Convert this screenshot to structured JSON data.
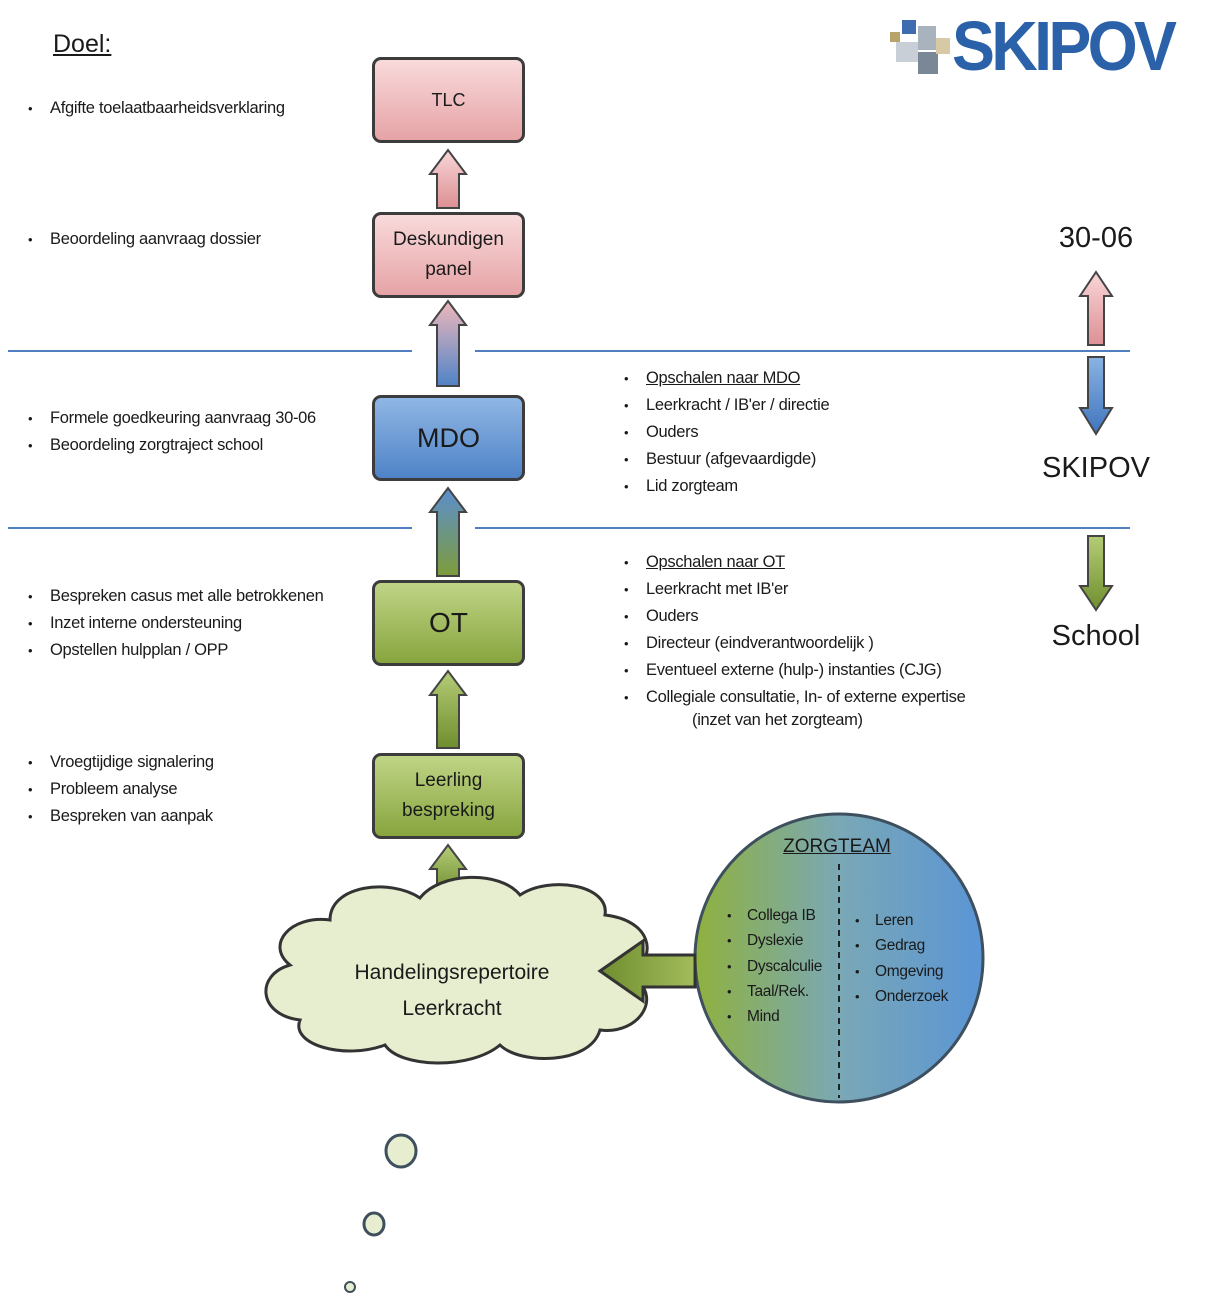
{
  "doel_label": "Doel:",
  "logo": {
    "text": "SKIPOV"
  },
  "boxes": {
    "tlc": "TLC",
    "deskundigen_line1": "Deskundigen",
    "deskundigen_line2": "panel",
    "mdo": "MDO",
    "ot": "OT",
    "leerling_line1": "Leerling",
    "leerling_line2": "bespreking"
  },
  "cloud": {
    "line1": "Handelingsrepertoire",
    "line2": "Leerkracht"
  },
  "side_labels": {
    "date": "30-06",
    "skipov": "SKIPOV",
    "school": "School"
  },
  "left_bullets": {
    "tlc": [
      "Afgifte toelaatbaarheidsverklaring"
    ],
    "deskundigen": [
      "Beoordeling aanvraag dossier"
    ],
    "mdo": [
      "Formele goedkeuring aanvraag 30-06",
      "Beoordeling zorgtraject school"
    ],
    "ot": [
      "Bespreken casus met alle betrokkenen",
      "Inzet interne ondersteuning",
      "Opstellen hulpplan / OPP"
    ],
    "leerling": [
      "Vroegtijdige signalering",
      "Probleem analyse",
      "Bespreken van aanpak"
    ]
  },
  "right_bullets": {
    "mdo": [
      "Opschalen naar MDO",
      "Leerkracht / IB'er / directie",
      "Ouders",
      "Bestuur (afgevaardigde)",
      "Lid zorgteam"
    ],
    "ot": [
      "Opschalen naar OT",
      "Leerkracht met IB'er",
      "Ouders",
      "Directeur (eindverantwoordelijk )",
      "Eventueel externe (hulp-) instanties (CJG)",
      "Collegiale consultatie, In- of externe expertise"
    ],
    "ot_continuation": "(inzet van het zorgteam)"
  },
  "zorgteam": {
    "title": "ZORGTEAM",
    "left": [
      "Collega IB",
      "Dyslexie",
      "Dyscalculie",
      "Taal/Rek.",
      "Mind"
    ],
    "right": [
      "Leren",
      "Gedrag",
      "Omgeving",
      "Onderzoek"
    ]
  },
  "colors": {
    "pink": "#e6a3a6",
    "blue": "#4f83c7",
    "green": "#87a53e",
    "line": "#4f7fc0",
    "cloud": "#e6eecf",
    "logo": "#2a61a8"
  }
}
